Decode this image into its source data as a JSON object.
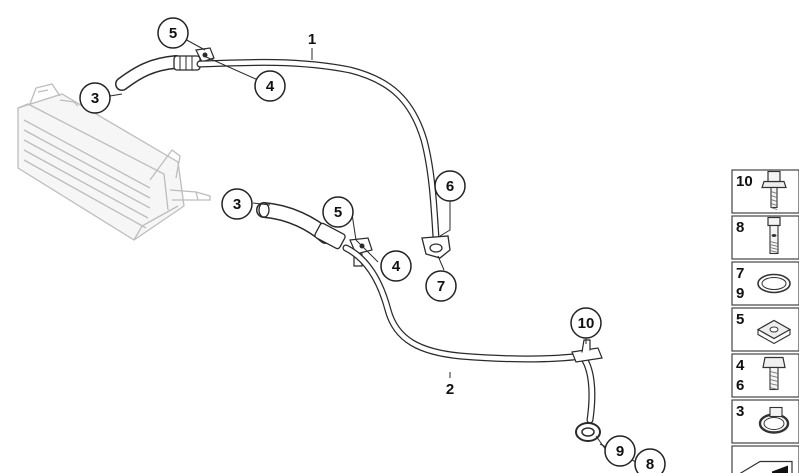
{
  "diagram": {
    "callouts": [
      {
        "id": "c5a",
        "label": "5"
      },
      {
        "id": "c4a",
        "label": "4"
      },
      {
        "id": "c3a",
        "label": "3"
      },
      {
        "id": "c3b",
        "label": "3"
      },
      {
        "id": "c5b",
        "label": "5"
      },
      {
        "id": "c4b",
        "label": "4"
      },
      {
        "id": "c6",
        "label": "6"
      },
      {
        "id": "c7",
        "label": "7"
      },
      {
        "id": "c10",
        "label": "10"
      },
      {
        "id": "c9",
        "label": "9"
      },
      {
        "id": "c8",
        "label": "8"
      }
    ],
    "line_labels": [
      {
        "id": "l1",
        "label": "1"
      },
      {
        "id": "l2",
        "label": "2"
      }
    ],
    "legend": [
      {
        "labels": [
          "10"
        ],
        "part": "flange-bolt"
      },
      {
        "labels": [
          "8"
        ],
        "part": "banjo-bolt"
      },
      {
        "labels": [
          "7",
          "9"
        ],
        "part": "sealing-ring"
      },
      {
        "labels": [
          "5"
        ],
        "part": "clip-nut"
      },
      {
        "labels": [
          "4",
          "6"
        ],
        "part": "hex-bolt"
      },
      {
        "labels": [
          "3"
        ],
        "part": "hose-clamp"
      },
      {
        "labels": [],
        "part": "cut-off-panel"
      }
    ]
  }
}
